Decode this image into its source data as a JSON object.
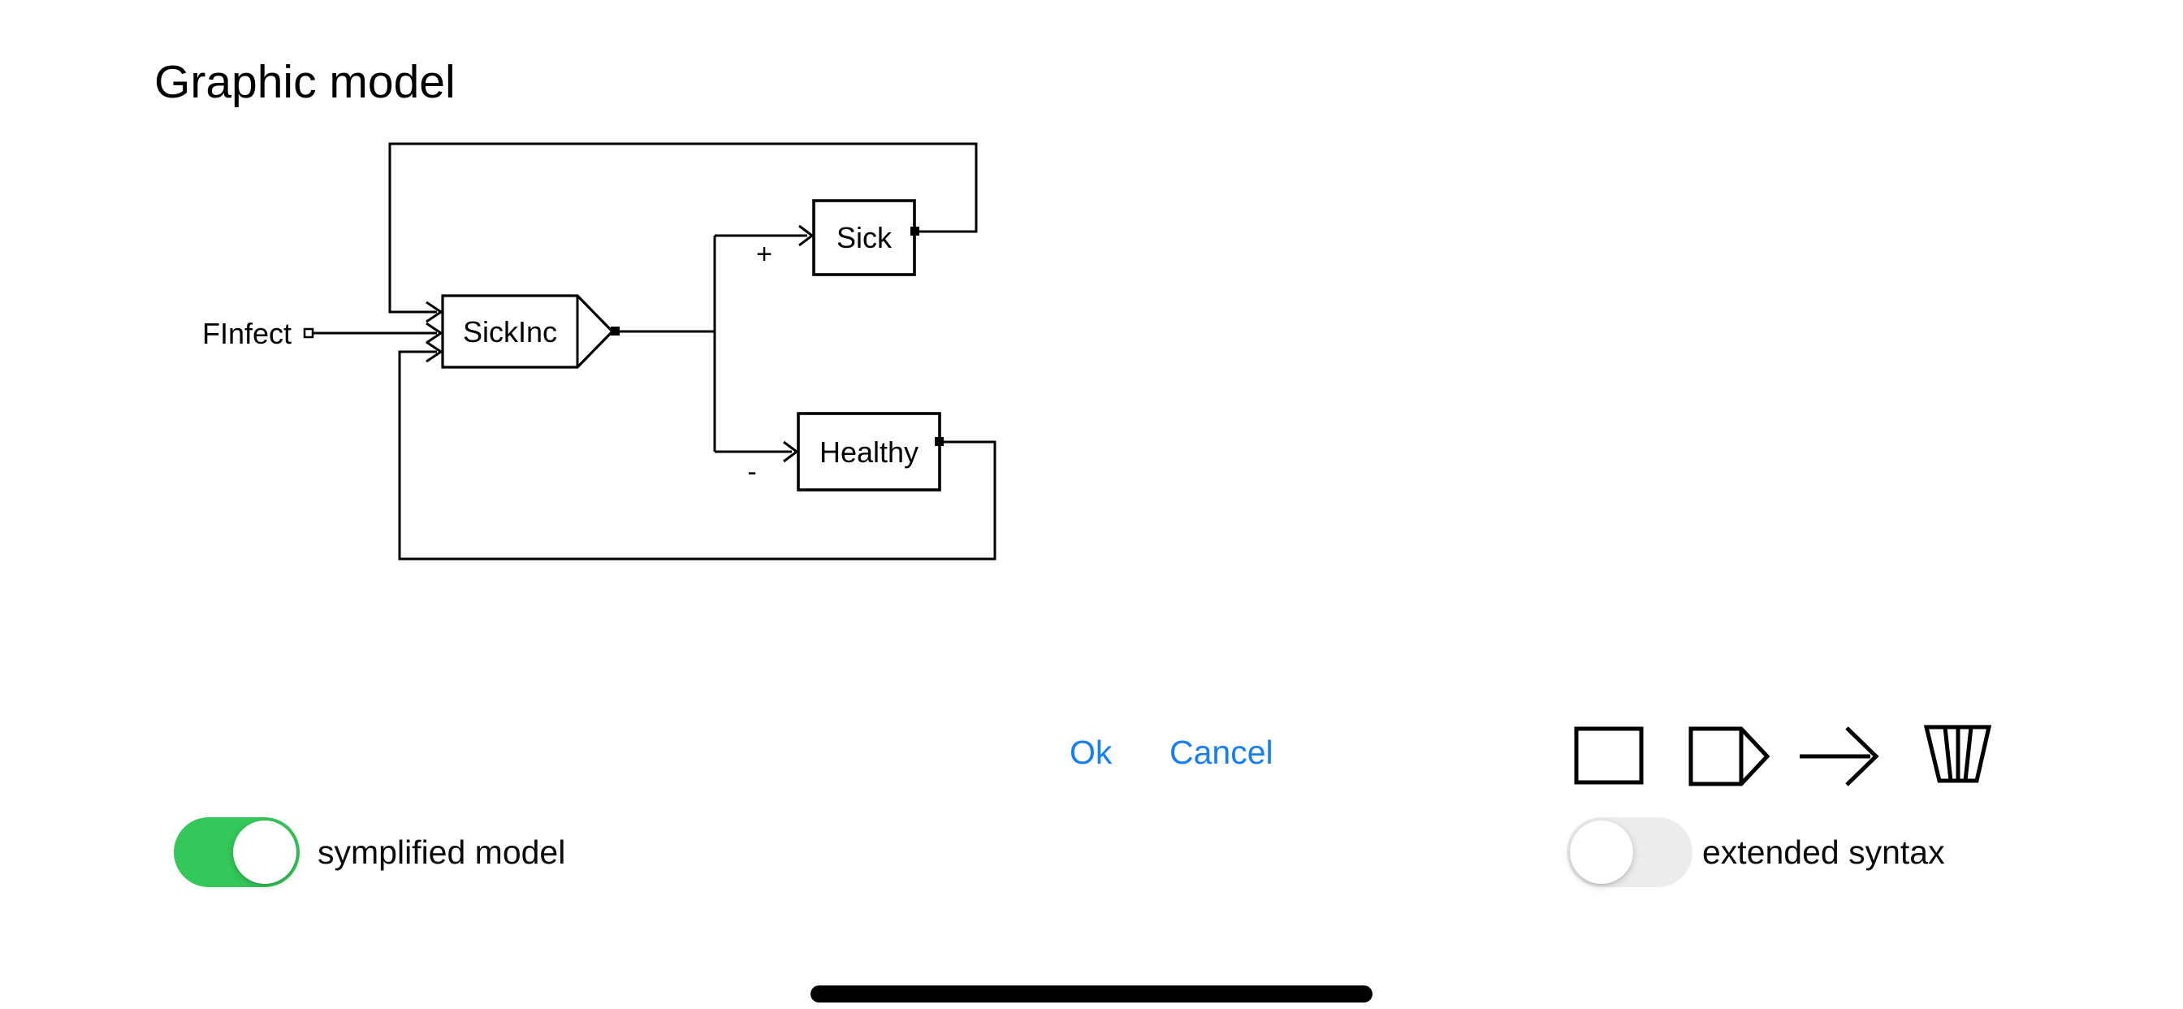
{
  "window": {
    "title": "Graphic model"
  },
  "diagram": {
    "nodes": {
      "sick": {
        "label": "Sick",
        "type": "stock"
      },
      "healthy": {
        "label": "Healthy",
        "type": "stock"
      },
      "sickinc": {
        "label": "SickInc",
        "type": "flow"
      }
    },
    "external_input": {
      "label": "FInfect"
    },
    "signs": {
      "plus": "+",
      "minus": "-"
    }
  },
  "dialog": {
    "ok_label": "Ok",
    "cancel_label": "Cancel"
  },
  "palette": {
    "icons": [
      "stock-icon",
      "flow-icon",
      "arrow-icon",
      "drain-icon"
    ]
  },
  "toggles": {
    "simplified": {
      "label": "symplified model",
      "state": "on"
    },
    "extended": {
      "label": "extended syntax",
      "state": "off"
    }
  },
  "colors": {
    "accent_blue": "#157EFB",
    "toggle_on_green": "#34C759",
    "toggle_off_track": "#ECECEE",
    "diagram_ink": "#000000",
    "background": "#FFFFFF"
  }
}
